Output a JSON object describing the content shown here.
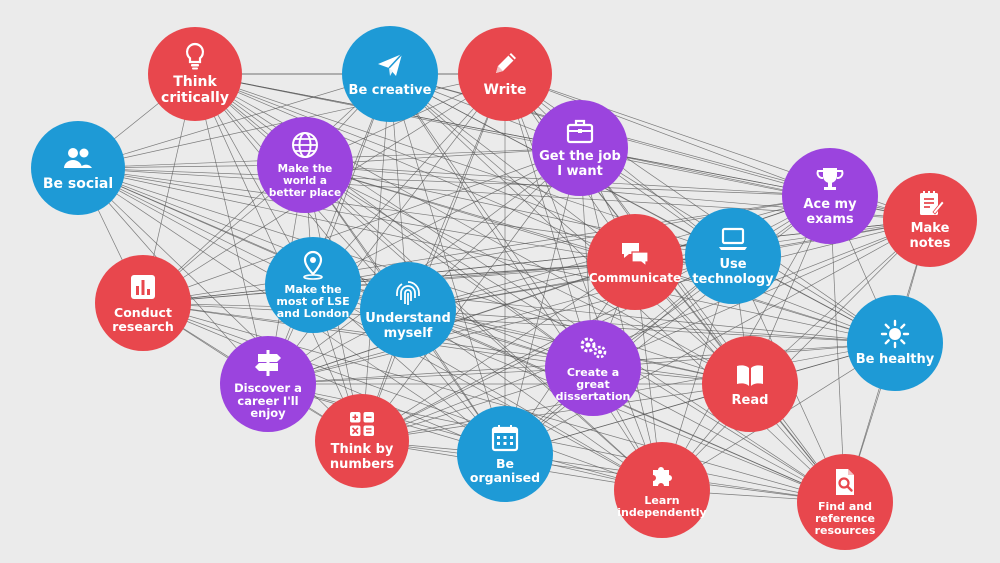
{
  "colors": {
    "red": "#e8474d",
    "blue": "#1e9ad6",
    "purple": "#9b44de",
    "line": "#555555"
  },
  "nodes": [
    {
      "id": "think-critically",
      "label": "Think critically",
      "color": "red",
      "icon": "lightbulb-icon"
    },
    {
      "id": "be-creative",
      "label": "Be creative",
      "color": "blue",
      "icon": "paper-plane-icon"
    },
    {
      "id": "write",
      "label": "Write",
      "color": "red",
      "icon": "pencil-icon"
    },
    {
      "id": "get-the-job",
      "label": "Get the job I want",
      "color": "purple",
      "icon": "briefcase-icon"
    },
    {
      "id": "be-social",
      "label": "Be social",
      "color": "blue",
      "icon": "people-icon"
    },
    {
      "id": "make-the-world",
      "label": "Make the world a better place",
      "color": "purple",
      "icon": "globe-icon"
    },
    {
      "id": "ace-my-exams",
      "label": "Ace my exams",
      "color": "purple",
      "icon": "trophy-icon"
    },
    {
      "id": "make-notes",
      "label": "Make notes",
      "color": "red",
      "icon": "notepad-icon"
    },
    {
      "id": "communicate",
      "label": "Communicate",
      "color": "red",
      "icon": "chat-bubbles-icon"
    },
    {
      "id": "use-technology",
      "label": "Use technology",
      "color": "blue",
      "icon": "laptop-icon"
    },
    {
      "id": "conduct-research",
      "label": "Conduct research",
      "color": "red",
      "icon": "bar-chart-icon"
    },
    {
      "id": "make-the-most",
      "label": "Make the most of LSE and London",
      "color": "blue",
      "icon": "map-pin-icon"
    },
    {
      "id": "understand-myself",
      "label": "Understand myself",
      "color": "blue",
      "icon": "fingerprint-icon"
    },
    {
      "id": "be-healthy",
      "label": "Be healthy",
      "color": "blue",
      "icon": "sun-icon"
    },
    {
      "id": "create-dissertation",
      "label": "Create a great dissertation",
      "color": "purple",
      "icon": "gears-icon"
    },
    {
      "id": "discover-career",
      "label": "Discover a career I'll enjoy",
      "color": "purple",
      "icon": "signpost-icon"
    },
    {
      "id": "read",
      "label": "Read",
      "color": "red",
      "icon": "open-book-icon"
    },
    {
      "id": "think-by-numbers",
      "label": "Think by numbers",
      "color": "red",
      "icon": "calculator-icon"
    },
    {
      "id": "be-organised",
      "label": "Be organised",
      "color": "blue",
      "icon": "calendar-icon"
    },
    {
      "id": "learn-independently",
      "label": "Learn independently",
      "color": "red",
      "icon": "puzzle-piece-icon"
    },
    {
      "id": "find-resources",
      "label": "Find and reference resources",
      "color": "red",
      "icon": "search-document-icon"
    }
  ]
}
